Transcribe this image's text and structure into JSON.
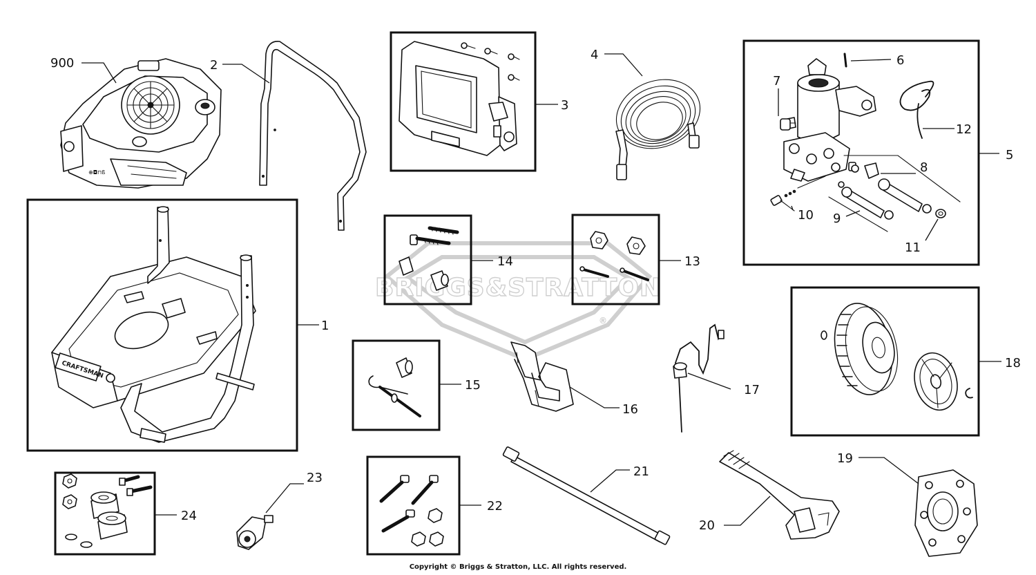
{
  "callouts": {
    "c900": "900",
    "c1": "1",
    "c2": "2",
    "c3": "3",
    "c4": "4",
    "c5": "5",
    "c6": "6",
    "c7": "7",
    "c8": "8",
    "c9": "9",
    "c10": "10",
    "c11": "11",
    "c12": "12",
    "c13": "13",
    "c14": "14",
    "c15": "15",
    "c16": "16",
    "c17": "17",
    "c18": "18",
    "c19": "19",
    "c20": "20",
    "c21": "21",
    "c22": "22",
    "c23": "23",
    "c24": "24"
  },
  "watermark": {
    "brand": "BRIGGS&STRATTON",
    "mark": "®"
  },
  "frame_brand": "CRAFTSMAN",
  "copyright": "Copyright © Briggs & Stratton, LLC. All rights reserved."
}
